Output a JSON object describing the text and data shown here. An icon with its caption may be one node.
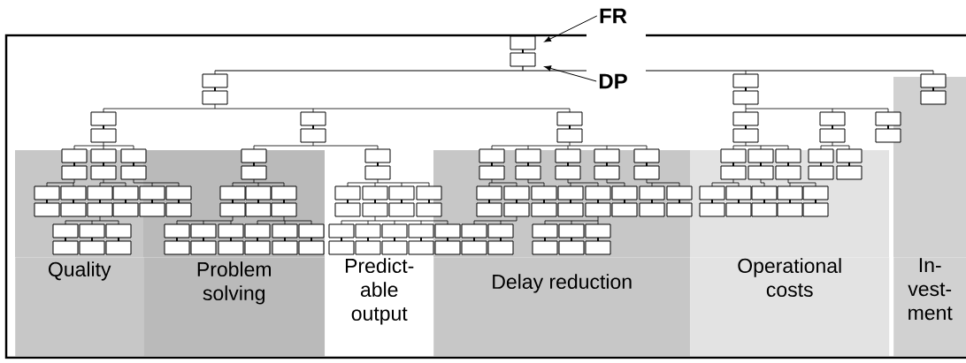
{
  "diagram": {
    "nodes": [
      {
        "text": [
          "Quality"
        ]
      },
      {
        "text": [
          "Problem solving"
        ]
      },
      {
        "text": [
          "Predict- able output"
        ]
      },
      {
        "text": [
          "Delay reduction"
        ]
      },
      {
        "text": [
          "Operational costs"
        ]
      },
      {
        "text": [
          "In- vest- ment"
        ]
      },
      {
        "text": [
          "FR"
        ]
      },
      {
        "text": [
          "DP"
        ]
      }
    ],
    "edges": [
      {
        "from": 6,
        "to": null,
        "arrow": "to"
      },
      {
        "from": 7,
        "to": null,
        "arrow": "to"
      }
    ]
  }
}
